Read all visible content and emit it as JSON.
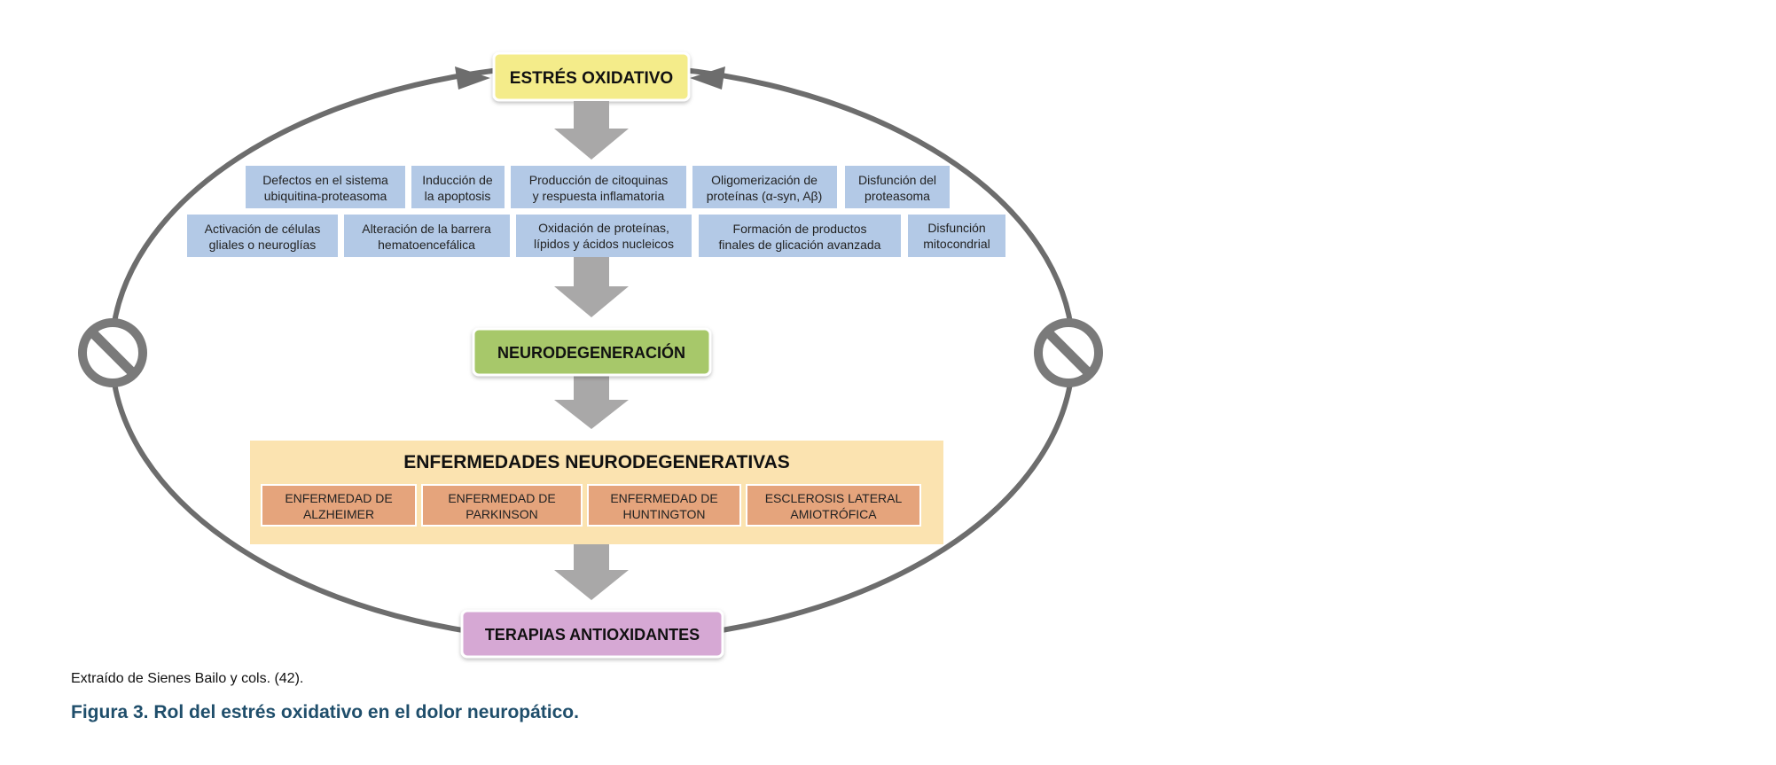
{
  "diagram": {
    "top_node": "ESTRÉS OXIDATIVO",
    "mechanisms_row1": [
      [
        "Defectos en el sistema",
        "ubiquitina-proteasoma"
      ],
      [
        "Inducción de",
        "la apoptosis"
      ],
      [
        "Producción de citoquinas",
        "y respuesta inflamatoria"
      ],
      [
        "Oligomerización de",
        "proteínas (α-syn, Aβ)"
      ],
      [
        "Disfunción del",
        "proteasoma"
      ]
    ],
    "mechanisms_row2": [
      [
        "Activación de células",
        "gliales o neuroglías"
      ],
      [
        "Alteración de la barrera",
        "hematoencefálica"
      ],
      [
        "Oxidación de proteínas,",
        "lípidos y ácidos nucleicos"
      ],
      [
        "Formación de productos",
        "finales de glicación avanzada"
      ],
      [
        "Disfunción",
        "mitocondrial"
      ]
    ],
    "middle_node": "NEURODEGENERACIÓN",
    "diseases_title": "ENFERMEDADES NEURODEGENERATIVAS",
    "diseases": [
      [
        "ENFERMEDAD DE",
        "ALZHEIMER"
      ],
      [
        "ENFERMEDAD DE",
        "PARKINSON"
      ],
      [
        "ENFERMEDAD DE",
        "HUNTINGTON"
      ],
      [
        "ESCLEROSIS LATERAL",
        "AMIOTRÓFICA"
      ]
    ],
    "bottom_node": "TERAPIAS ANTIOXIDANTES",
    "colors": {
      "top_node": "#f4ec8a",
      "mechanism": "#b3c9e6",
      "middle_node": "#a7c86a",
      "disease_panel": "#fbe3b0",
      "disease": "#e5a47c",
      "bottom_node": "#d6a8d4",
      "arrow": "#a9a8a8",
      "cycle": "#6d6d6d",
      "caption": "#1f4e6b"
    },
    "icons": [
      "prohibited-icon",
      "prohibited-icon"
    ]
  },
  "source": "Extraído de Sienes Bailo y cols. (42).",
  "caption": "Figura 3. Rol del estrés oxidativo en el dolor neuropático."
}
